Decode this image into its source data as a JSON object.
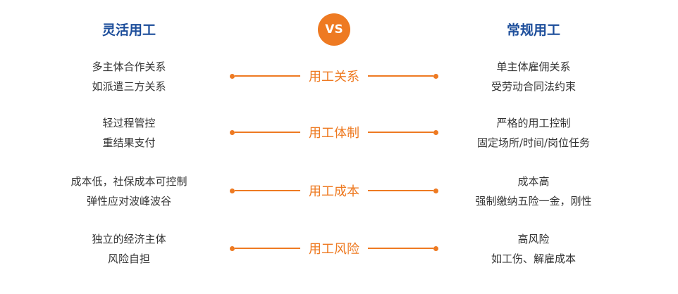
{
  "left_title": "灵活用工",
  "vs": "VS",
  "right_title": "常规用工",
  "rows": [
    {
      "label": "用工关系",
      "left": [
        "多主体合作关系",
        "如派遣三方关系"
      ],
      "right": [
        "单主体雇佣关系",
        "受劳动合同法约束"
      ]
    },
    {
      "label": "用工体制",
      "left": [
        "轻过程管控",
        "重结果支付"
      ],
      "right": [
        "严格的用工控制",
        "固定场所/时间/岗位任务"
      ]
    },
    {
      "label": "用工成本",
      "left": [
        "成本低，社保成本可控制",
        "弹性应对波峰波谷"
      ],
      "right": [
        "成本高",
        "强制缴纳五险一金，刚性"
      ]
    },
    {
      "label": "用工风险",
      "left": [
        "独立的经济主体",
        "风险自担"
      ],
      "right": [
        "高风险",
        "如工伤、解雇成本"
      ]
    }
  ]
}
